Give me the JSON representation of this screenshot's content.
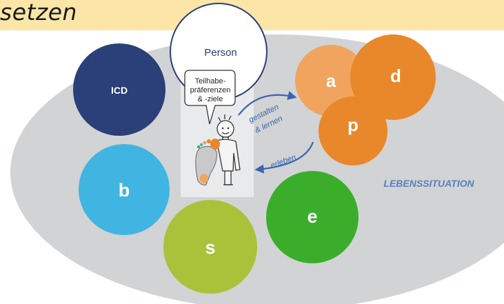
{
  "header": {
    "title": "setzen"
  },
  "diagram": {
    "person_label": "Person",
    "speech_bubble_lines": [
      "Teilhabe-",
      "präferenzen",
      "& -ziele"
    ],
    "circle_labels": {
      "icd": "ICD",
      "b": "b",
      "s": "s",
      "a": "a",
      "d": "d",
      "p": "p",
      "e": "e"
    },
    "arrow_top_lines": [
      "gestalten",
      "& lernen"
    ],
    "arrow_bottom_label": "erleben",
    "situation_label": "LEBENSSITUATION"
  },
  "colors": {
    "title_band": "#fbe6a8",
    "ellipse": "#d1d3d4",
    "icd": "#2b3f78",
    "b": "#41b5e1",
    "s": "#a9c23a",
    "e": "#3aae2a",
    "a": "#f0a45e",
    "d_p": "#e8882a",
    "arrow": "#3a64b0",
    "situation_text": "#5b7fc0"
  }
}
